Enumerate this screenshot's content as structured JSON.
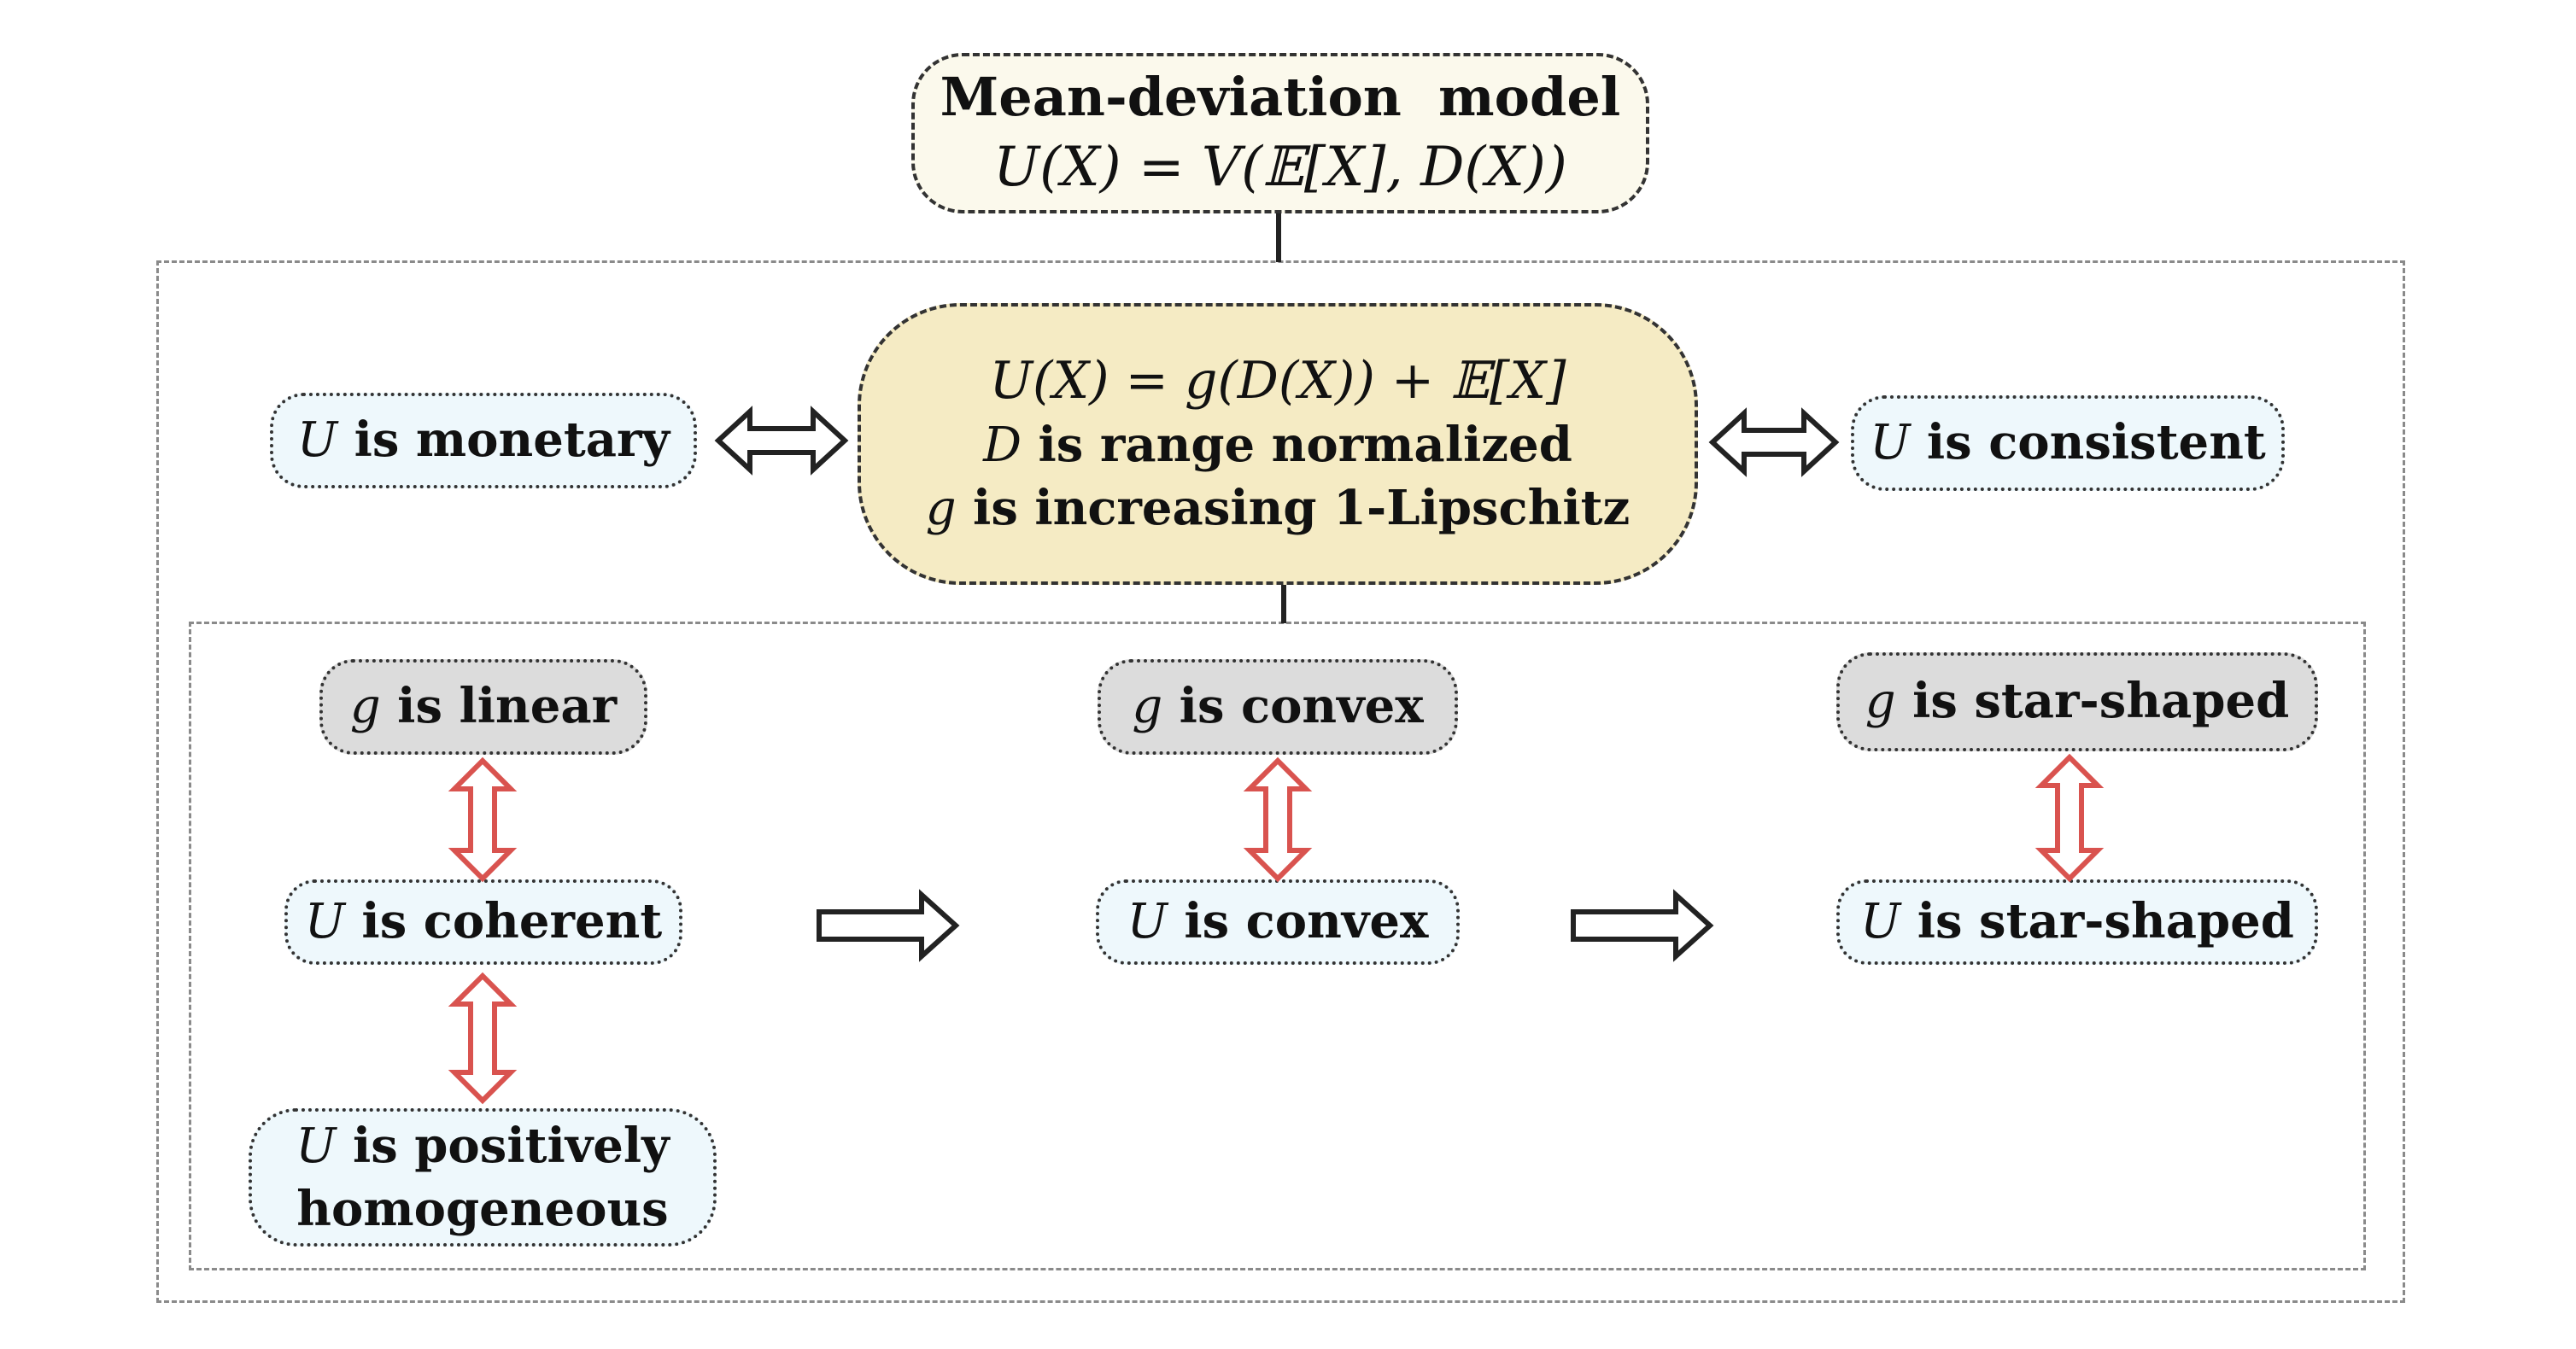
{
  "top_node": {
    "title": "Mean-deviation  model",
    "formula": "U(X) = V(𝔼[X], D(X))"
  },
  "center_node": {
    "formula": "U(X) = g(D(X)) + 𝔼[X]",
    "line2_var": "D",
    "line2_text": " is range normalized",
    "line3_var": "g",
    "line3_text": " is increasing 1-Lipschitz"
  },
  "side_nodes": {
    "left": {
      "var": "U",
      "text": " is monetary"
    },
    "right": {
      "var": "U",
      "text": " is consistent"
    }
  },
  "g_nodes": [
    {
      "var": "g",
      "text": " is linear"
    },
    {
      "var": "g",
      "text": " is convex"
    },
    {
      "var": "g",
      "text": " is star-shaped"
    }
  ],
  "u_nodes": [
    {
      "var": "U",
      "text": " is coherent"
    },
    {
      "var": "U",
      "text": " is convex"
    },
    {
      "var": "U",
      "text": " is star-shaped"
    }
  ],
  "bottom_node": {
    "var": "U",
    "line1": " is positively",
    "line2": "homogeneous"
  },
  "colors": {
    "top_fill": "#fbf9ec",
    "center_fill": "#f5ebc4",
    "property_fill": "#eef8fc",
    "g_fill": "#dcdcdc",
    "red_arrow": "#d9534f",
    "black_arrow": "#222222",
    "frame": "#8a8a8a"
  },
  "icons": {
    "equivalence": "double-headed-hollow-arrow",
    "implication": "right-hollow-arrow"
  }
}
